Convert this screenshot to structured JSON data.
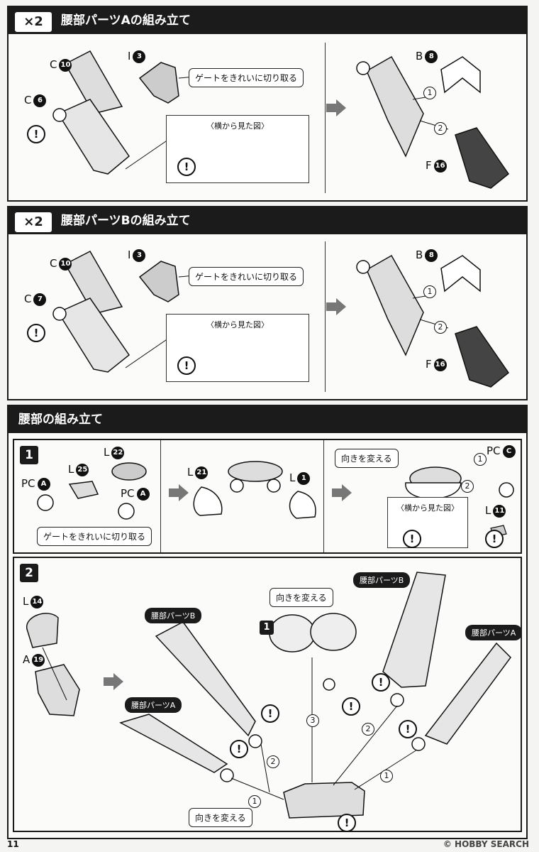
{
  "sections": {
    "a": {
      "mult": "×2",
      "title": "腰部パーツAの組み立て"
    },
    "b": {
      "mult": "×2",
      "title": "腰部パーツBの組み立て"
    },
    "c": {
      "title": "腰部の組み立て"
    }
  },
  "labels": {
    "gate_cut": "ゲートをきれいに切り取る",
    "side_view": "〈横から見た図〉",
    "turn": "向きを変える",
    "waist_a": "腰部パーツA",
    "waist_b": "腰部パーツB",
    "warn": "!"
  },
  "parts": {
    "c10": {
      "letter": "C",
      "num": "10"
    },
    "i3": {
      "letter": "I",
      "num": "3"
    },
    "c6": {
      "letter": "C",
      "num": "6"
    },
    "c7": {
      "letter": "C",
      "num": "7"
    },
    "b8": {
      "letter": "B",
      "num": "8"
    },
    "f16": {
      "letter": "F",
      "num": "16"
    },
    "l22": {
      "letter": "L",
      "num": "22"
    },
    "l25": {
      "letter": "L",
      "num": "25"
    },
    "pca": {
      "letter": "PC",
      "num": "A"
    },
    "l21": {
      "letter": "L",
      "num": "21"
    },
    "l1": {
      "letter": "L",
      "num": "1"
    },
    "pcc": {
      "letter": "PC",
      "num": "C"
    },
    "l11": {
      "letter": "L",
      "num": "11"
    },
    "l14": {
      "letter": "L",
      "num": "14"
    },
    "a19": {
      "letter": "A",
      "num": "19"
    }
  },
  "steps": {
    "one": "1",
    "two": "2",
    "three": "3"
  },
  "page_number": "11",
  "credit": "© HOBBY SEARCH"
}
